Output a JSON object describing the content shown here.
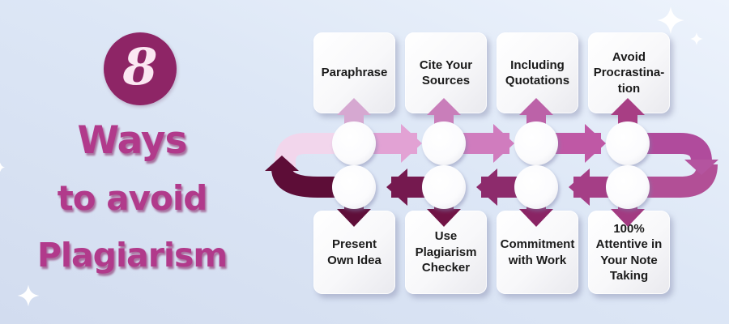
{
  "header": {
    "badge_number": "8",
    "title_lines": [
      "Ways",
      "to avoid",
      "Plagiarism"
    ]
  },
  "flow": {
    "top_row": [
      {
        "label": "Paraphrase"
      },
      {
        "label": "Cite Your\nSources"
      },
      {
        "label": "Including\nQuotations"
      },
      {
        "label": "Avoid\nProcrastina-\ntion"
      }
    ],
    "bottom_row": [
      {
        "label": "Present\nOwn Idea"
      },
      {
        "label": "Use\nPlagiarism\nChecker"
      },
      {
        "label": "Commitment\nwith Work"
      },
      {
        "label": "100%\nAttentive in\nYour Note\nTaking"
      }
    ]
  },
  "colors": {
    "badge_bg": "#8e2566",
    "badge_text": "#fbe7f2",
    "title_text": "#b13a8b",
    "title_shadow": "#8c2a6b",
    "flow_top_segments": [
      "#f2d6ec",
      "#e2a2d4",
      "#d07cbe",
      "#bf58a5"
    ],
    "flow_top_elbow": "#b04b9c",
    "flow_down_arrow": "#b4549f",
    "flow_bottom_elbow": "#b24f96",
    "flow_bottom_segments": [
      "#a53e86",
      "#8d2b6c",
      "#75194f",
      "#5d0d37"
    ],
    "arrows_up": [
      "#d6a8d1",
      "#c97eba",
      "#bc62a8",
      "#a83e84"
    ],
    "arrows_down": [
      "#5f0e39",
      "#711345",
      "#8a2464",
      "#a23a81"
    ],
    "node_fill": "#ffffff",
    "sparkle": "#ffffff"
  }
}
